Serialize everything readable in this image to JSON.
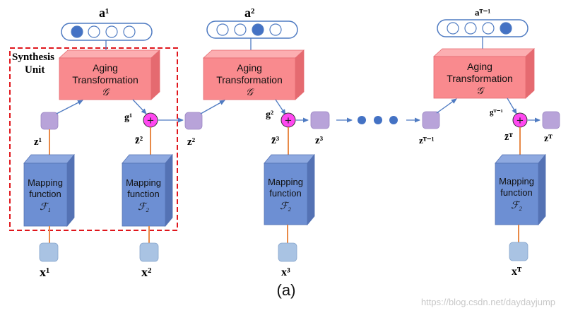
{
  "unit_label_line1": "Synthesis",
  "unit_label_line2": "Unit",
  "aging_label_line1": "Aging",
  "aging_label_line2": "Transformation",
  "aging_symbol": "𝒢",
  "mapping_label_line1": "Mapping",
  "mapping_label_line2": "function",
  "sym_a1": "a¹",
  "sym_a2": "a²",
  "sym_aT1": "aᵀ⁻¹",
  "sym_g1": "g¹",
  "sym_g2": "g²",
  "sym_gT1": "gᵀ⁻¹",
  "sym_z1": "z¹",
  "sym_z2": "z²",
  "sym_z3": "z³",
  "sym_zT1": "zᵀ⁻¹",
  "sym_zT": "zᵀ",
  "sym_zbar2": "z̄²",
  "sym_zbar3": "z̄³",
  "sym_zbarT": "z̄ᵀ",
  "sym_x1": "x¹",
  "sym_x2": "x²",
  "sym_x3": "x³",
  "sym_xT": "xᵀ",
  "sym_F1": "ℱ₁",
  "sym_F2": "ℱ₂",
  "plus_sign": "+",
  "caption": "(a)",
  "watermark": "https://blog.csdn.net/daydayjump",
  "colors": {
    "aging_front": "#f98a8e",
    "aging_side": "#e56a70",
    "aging_top": "#fcaeb1",
    "mapping_front": "#6d8fd3",
    "mapping_side": "#5472b4",
    "mapping_top": "#8ea9e0",
    "latent_node": "#b8a3d9",
    "input_node": "#a9c3e3",
    "plus_node": "#ff47f0",
    "arrow": "#4f7bc2",
    "orange_line": "#e88a48",
    "dashed_border": "#e0161c",
    "filled_dot": "#4472c4"
  }
}
